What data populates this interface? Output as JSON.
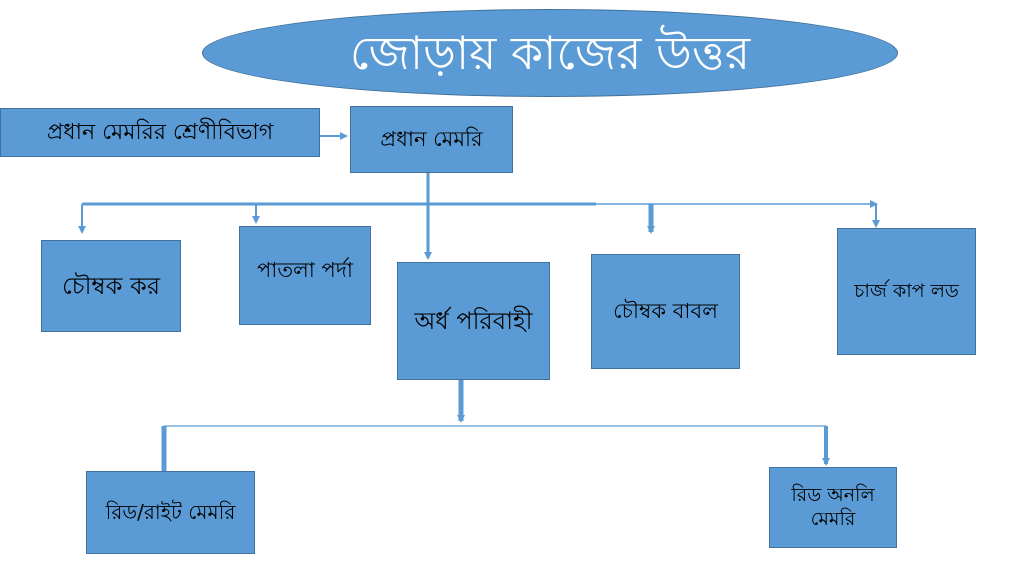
{
  "colors": {
    "fill": "#5b9bd5",
    "border": "#41719c",
    "title_text": "#ffffff",
    "box_text": "#000000"
  },
  "title": "জোড়ায় কাজের উত্তর",
  "diagram": {
    "heading_label": "প্রধান মেমরির শ্রেণীবিভাগ",
    "root": "প্রধান মেমরি",
    "level1": [
      "চৌম্বক কর",
      "পাতলা পর্দা",
      "অর্ধ পরিবাহী",
      "চৌম্বক বাবল",
      "চার্জ কাপ লড"
    ],
    "level2": [
      "রিড/রাইট মেমরি",
      "রিড অনলি মেমরি"
    ]
  }
}
